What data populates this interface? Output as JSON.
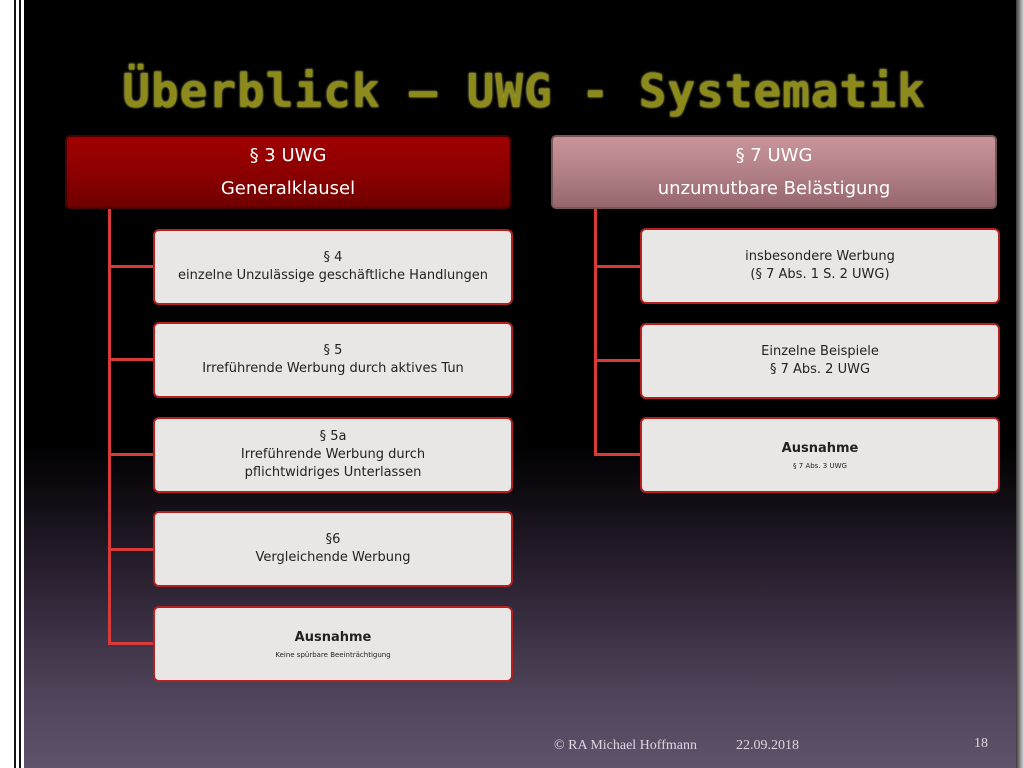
{
  "title": "Überblick – UWG - Systematik",
  "left": {
    "header_line1": "§ 3 UWG",
    "header_line2": "Generalklausel",
    "items": [
      {
        "line1": "§ 4",
        "line2": "einzelne Unzulässige geschäftliche Handlungen"
      },
      {
        "line1": "§ 5",
        "line2": "Irreführende Werbung durch aktives Tun"
      },
      {
        "line1": "§ 5a",
        "line2": "Irreführende Werbung durch pflichtwidriges Unterlassen"
      },
      {
        "line1": "§6",
        "line2": "Vergleichende Werbung"
      },
      {
        "line1": "Ausnahme",
        "line2": "Keine spürbare Beeinträchtigung"
      }
    ]
  },
  "right": {
    "header_line1": "§ 7 UWG",
    "header_line2": "unzumutbare Belästigung",
    "items": [
      {
        "line1": "insbesondere Werbung",
        "line2": "(§ 7 Abs. 1 S. 2 UWG)"
      },
      {
        "line1": "Einzelne Beispiele",
        "line2": "§ 7 Abs. 2 UWG"
      },
      {
        "line1": "Ausnahme",
        "line2": "§ 7 Abs. 3 UWG"
      }
    ]
  },
  "footer": {
    "author": "© RA Michael Hoffmann",
    "date": "22.09.2018",
    "page": "18"
  }
}
